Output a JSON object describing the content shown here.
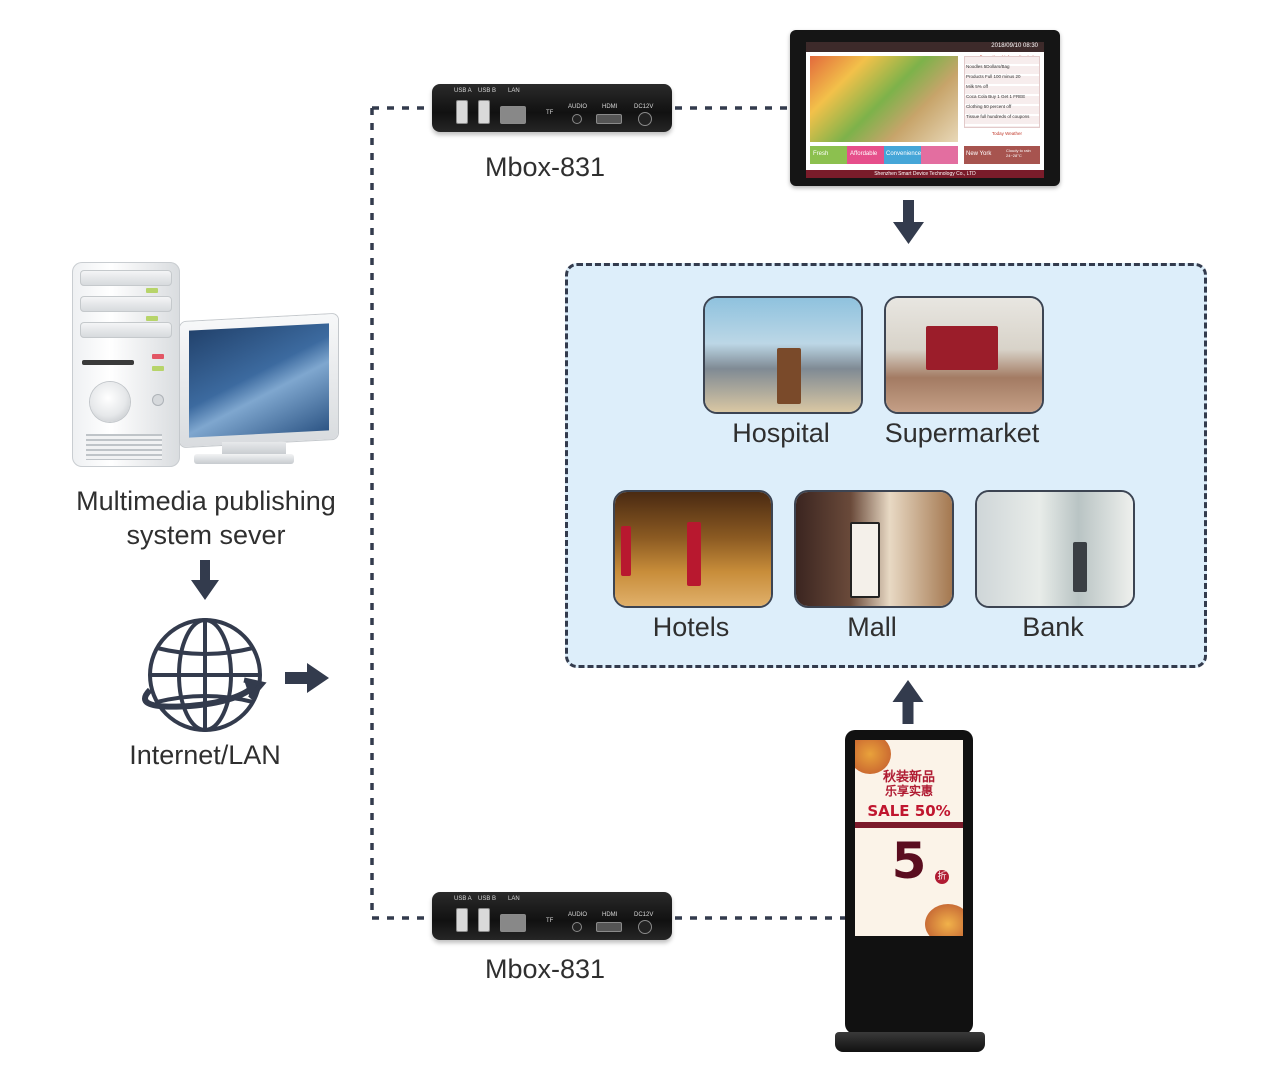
{
  "server": {
    "label_line1": "Multimedia publishing",
    "label_line2": "system sever"
  },
  "network": {
    "label": "Internet/LAN"
  },
  "mbox_top": {
    "label": "Mbox-831",
    "ports": [
      "USB A",
      "USB B",
      "LAN",
      "TF",
      "AUDIO",
      "HDMI",
      "DC12V"
    ]
  },
  "mbox_bottom": {
    "label": "Mbox-831",
    "ports": [
      "USB A",
      "USB B",
      "LAN",
      "TF",
      "AUDIO",
      "HDMI",
      "DC12V"
    ]
  },
  "tablet": {
    "datetime": "2018/09/10   08:30",
    "promo_title": "Promotional information today",
    "promo_rows": [
      [
        "Noodles",
        "5Dollars/Bag"
      ],
      [
        "Products",
        "Full 100 minus 20"
      ],
      [
        "Milk",
        "5% off"
      ],
      [
        "Coca Cola",
        "Buy 1 Get 1 FREE"
      ],
      [
        "Clothing",
        "50 percent off"
      ],
      [
        "Tissue",
        "full hundreds of coupons"
      ]
    ],
    "weather_title": "Today Weather",
    "tiles": [
      "Fresh",
      "Affordable",
      "Convenience"
    ],
    "city": "New York",
    "weather_text": "Cloudy to rain 24~28°C",
    "footer": "Shenzhen Smart Device Technology Co., LTD"
  },
  "applications": {
    "items": [
      {
        "label": "Hospital"
      },
      {
        "label": "Supermarket"
      },
      {
        "label": "Hotels"
      },
      {
        "label": "Mall"
      },
      {
        "label": "Bank"
      }
    ]
  },
  "kiosk": {
    "line1": "秋装新品",
    "line2": "乐享实惠",
    "sale": "SALE 50%",
    "big_number": "5",
    "zhe": "折"
  },
  "colors": {
    "wire": "#333b4d",
    "arrow": "#333b4d",
    "region_fill": "#ddeefa"
  }
}
